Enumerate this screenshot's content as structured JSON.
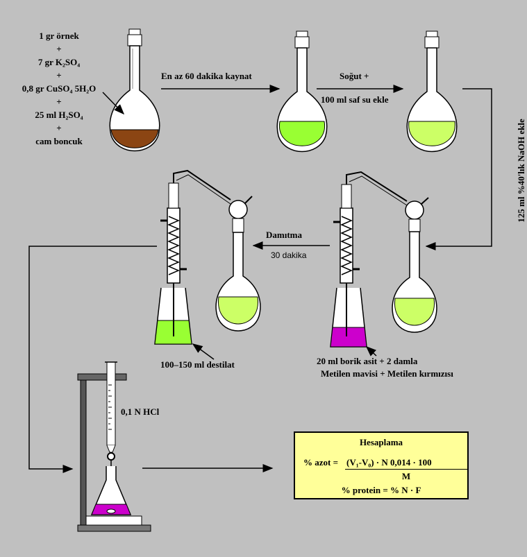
{
  "ingredients": {
    "line1": "1 gr örnek",
    "plus": "+",
    "line2": "7 gr K₂SO₄",
    "line3": "0,8 gr CuSO₄ 5H₂O",
    "line4": "25 ml H₂SO₄",
    "line5": "cam boncuk"
  },
  "steps": {
    "boil": "En az 60 dakika kaynat",
    "cool": "Soğut +",
    "water": "100 ml saf su ekle",
    "naoh": "125 ml %40'lık NaOH ekle",
    "distill": "Damıtma",
    "distill_time": "30 dakika",
    "distillate": "100–150 ml destilat",
    "boric_line1": "20 ml borik asit + 2 damla",
    "boric_line2": "Metilen mavisi + Metilen kırmızısı",
    "hcl": "0,1 N HCl"
  },
  "calculation": {
    "title": "Hesaplama",
    "azot_label": "% azot =",
    "numerator": "(V₁-V₀) · N   0,014  ·  100",
    "denominator": "M",
    "protein": "% protein = % N  ·  F"
  },
  "colors": {
    "background": "#c0c0c0",
    "digest_brown": "#8b4513",
    "green_solution": "#99ff33",
    "magenta_solution": "#cc00cc",
    "calc_box": "#ffff99"
  }
}
